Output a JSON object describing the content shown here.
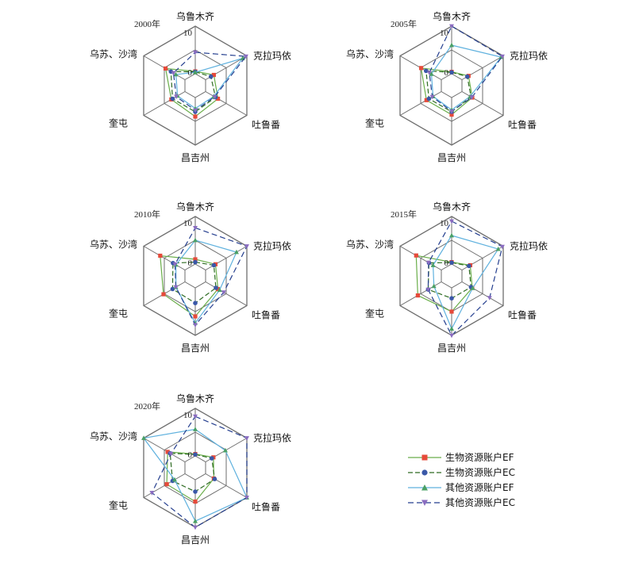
{
  "chart_data": {
    "type": "radar",
    "axes": [
      "乌鲁木齐",
      "克拉玛依",
      "吐鲁番",
      "昌吉州",
      "奎屯",
      "乌苏、沙湾"
    ],
    "scale": {
      "min": 0,
      "max": 10,
      "min_label": "0",
      "max_label": "10"
    },
    "legend": {
      "placement": "bottom-right",
      "entries": [
        {
          "label": "生物资源账户EF"
        },
        {
          "label": "生物资源账户EC"
        },
        {
          "label": "其他资源账户EF"
        },
        {
          "label": "其他资源账户EC"
        }
      ]
    },
    "series_styles": [
      {
        "color": "#6aae4a",
        "marker": "square",
        "dash": ""
      },
      {
        "color": "#2d6b22",
        "marker": "circle",
        "dash": "6,3"
      },
      {
        "color": "#5fb1de",
        "marker": "triangle-up",
        "dash": ""
      },
      {
        "color": "#253f8f",
        "marker": "triangle-down",
        "dash": "7,4"
      }
    ],
    "charts": [
      {
        "year_label": "2000年",
        "series": [
          {
            "values": [
              0.5,
              2.0,
              3.0,
              4.0,
              3.3,
              4.7
            ]
          },
          {
            "values": [
              0.4,
              1.3,
              2.4,
              3.0,
              3.0,
              3.4
            ]
          },
          {
            "values": [
              0.3,
              9.0,
              2.0,
              2.3,
              1.8,
              2.2
            ]
          },
          {
            "values": [
              4.5,
              9.8,
              2.2,
              2.7,
              2.1,
              2.8
            ]
          }
        ]
      },
      {
        "year_label": "2005年",
        "series": [
          {
            "values": [
              0.4,
              1.6,
              2.5,
              3.6,
              3.6,
              4.9
            ]
          },
          {
            "values": [
              0.3,
              1.3,
              2.2,
              3.0,
              3.0,
              3.7
            ]
          },
          {
            "values": [
              6.0,
              9.5,
              2.0,
              2.6,
              2.0,
              2.4
            ]
          },
          {
            "values": [
              10.0,
              9.8,
              2.4,
              2.9,
              2.2,
              2.9
            ]
          }
        ]
      },
      {
        "year_label": "2010年",
        "series": [
          {
            "values": [
              1.0,
              2.4,
              3.0,
              6.0,
              5.2,
              6.0
            ]
          },
          {
            "values": [
              0.4,
              2.0,
              2.5,
              3.2,
              3.0,
              2.9
            ]
          },
          {
            "values": [
              5.0,
              7.5,
              3.4,
              7.4,
              2.2,
              2.2
            ]
          },
          {
            "values": [
              7.6,
              10.0,
              4.4,
              7.8,
              2.2,
              2.4
            ]
          }
        ]
      },
      {
        "year_label": "2015年",
        "series": [
          {
            "values": [
              0.4,
              2.0,
              2.5,
              5.0,
              5.7,
              6.1
            ]
          },
          {
            "values": [
              0.3,
              1.7,
              2.2,
              2.2,
              3.2,
              3.0
            ]
          },
          {
            "values": [
              6.0,
              8.8,
              2.6,
              8.6,
              1.8,
              2.0
            ]
          },
          {
            "values": [
              9.0,
              9.8,
              6.7,
              10.0,
              3.2,
              3.1
            ]
          }
        ]
      },
      {
        "year_label": "2020年",
        "series": [
          {
            "values": [
              0.4,
              1.9,
              2.0,
              4.6,
              4.4,
              4.2
            ]
          },
          {
            "values": [
              0.3,
              1.5,
              2.2,
              2.5,
              3.0,
              3.6
            ]
          },
          {
            "values": [
              5.6,
              4.8,
              10.0,
              8.7,
              2.5,
              10.0
            ]
          },
          {
            "values": [
              8.3,
              10.0,
              10.0,
              10.0,
              8.0,
              3.4
            ]
          }
        ]
      }
    ]
  }
}
